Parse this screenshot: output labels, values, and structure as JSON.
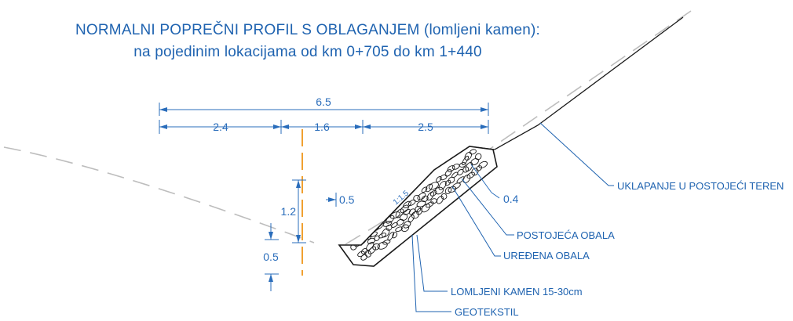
{
  "title": {
    "line1": "NORMALNI POPREČNI PROFIL S OBLAGANJEM (lomljeni kamen):",
    "line2": "na pojedinim lokacijama od km 0+705 do km 1+440"
  },
  "dimensions": {
    "total_width": "6.5",
    "seg1": "2.4",
    "seg2": "1.6",
    "seg3": "2.5",
    "height": "1.2",
    "depth": "0.5",
    "toe_offset": "0.5",
    "thickness": "0.4",
    "slope": "1:1.5"
  },
  "labels": {
    "existing_terrain": "UKLAPANJE U POSTOJEĆI TEREN",
    "existing_bank": "POSTOJEĆA OBALA",
    "regulated_bank": "UREĐENA OBALA",
    "stone": "LOMLJENI KAMEN 15-30cm",
    "geotextile": "GEOTEKSTIL"
  },
  "colors": {
    "blue": "#2a6dbb",
    "orange": "#f0a030",
    "gray": "#bdbdbd",
    "black": "#1a1a1a"
  }
}
